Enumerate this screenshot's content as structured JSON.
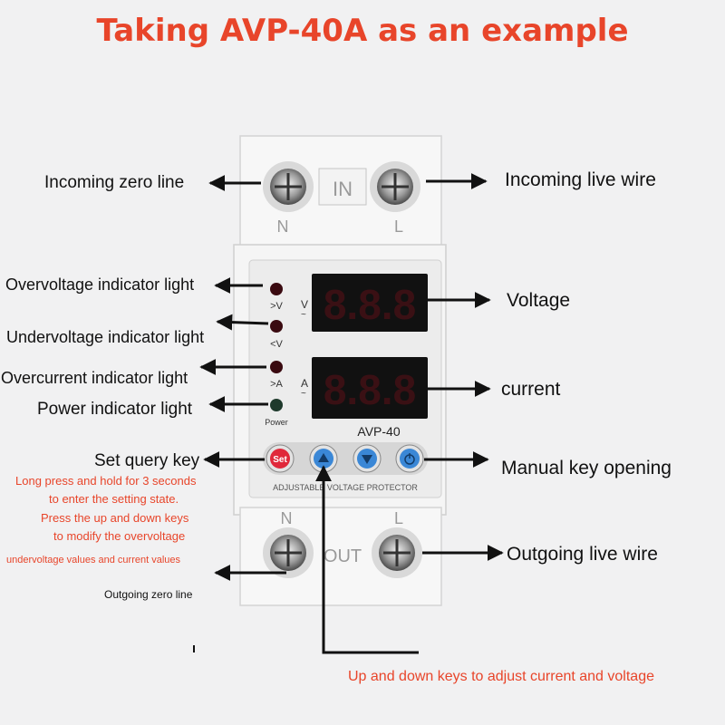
{
  "title": "Taking AVP-40A as an example",
  "device": {
    "in_label": "IN",
    "out_label": "OUT",
    "n_label": "N",
    "l_label": "L",
    "model": "AVP-40",
    "panel_text": "ADJUSTABLE VOLTAGE PROTECTOR",
    "set_key": "Set",
    "display_digits": "8.8.8",
    "v_unit": "V",
    "a_unit": "A",
    "ind_over_v": ">V",
    "ind_under_v": "<V",
    "ind_over_a": ">A",
    "ind_power": "Power"
  },
  "labels": {
    "incoming_zero": "Incoming zero line",
    "incoming_live": "Incoming live wire",
    "overvoltage": "Overvoltage indicator light",
    "undervoltage": "Undervoltage indicator light",
    "overcurrent": "Overcurrent indicator light",
    "power": "Power indicator light",
    "voltage": "Voltage",
    "current": "current",
    "set_query": "Set query key",
    "manual_key": "Manual key opening",
    "outgoing_live": "Outgoing live wire",
    "outgoing_zero": "Outgoing zero line"
  },
  "notes": {
    "line1": "Long press and hold for 3 seconds",
    "line2": "to enter the setting state.",
    "line3": "Press the up and down keys",
    "line4": "to modify the overvoltage",
    "line5": "undervoltage values and current values",
    "updown": "Up and down keys to adjust current and voltage"
  },
  "colors": {
    "accent": "#e8452a",
    "led_red": "#e0283a",
    "power_led": "#1f3a2c",
    "key_blue": "#3a87d6"
  }
}
